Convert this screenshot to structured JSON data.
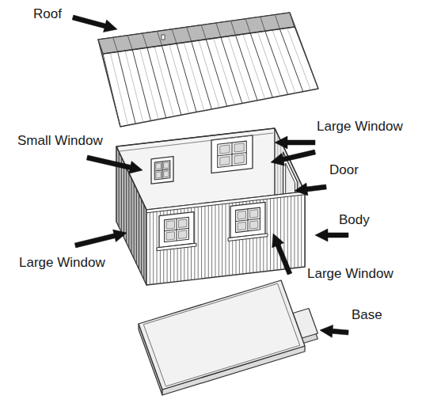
{
  "diagram": {
    "labels": [
      "Roof",
      "Large Window",
      "Small Window",
      "Door",
      "Body",
      "Large Window",
      "Large Window",
      "Base"
    ]
  }
}
